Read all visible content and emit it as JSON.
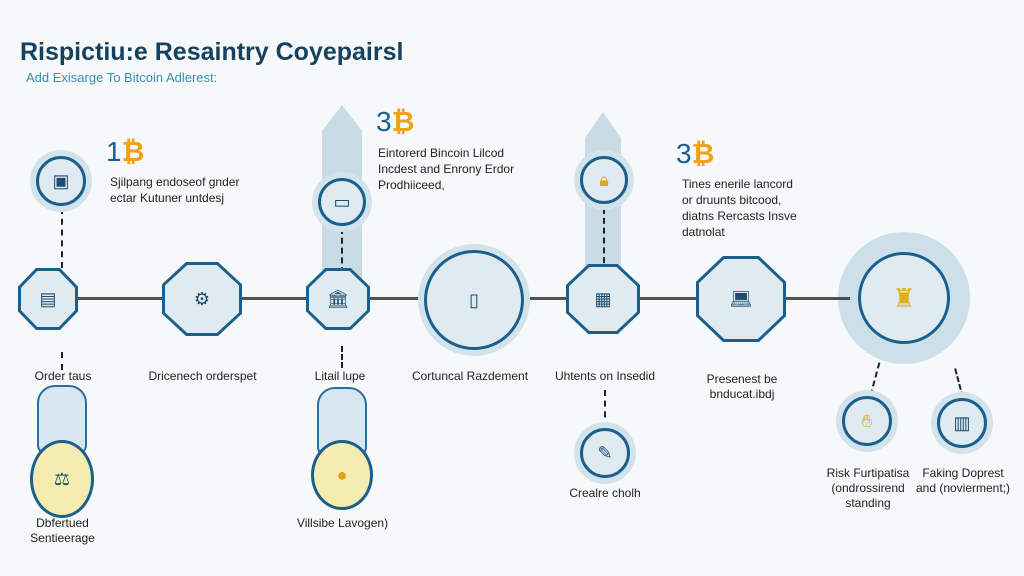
{
  "header": {
    "title": "Rispictiu:e Resaintry Coyepairsl",
    "subtitle": "Add Exisarge To Bitcoin Adlerest:"
  },
  "steps": [
    {
      "number": "1",
      "currency": "₿",
      "text": "Sjilpang endoseof gnder ectar Kutuner untdesj"
    },
    {
      "number": "3",
      "currency": "₿",
      "text": "Eintorerd Bincoin Lilcod Incdest and Enrony Erdor Prodhiiceed,"
    },
    {
      "number": "3",
      "currency": "₿",
      "text": "Tines enerile lancord or druunts bitcood, diatns Rercasts Insve datnolat"
    }
  ],
  "main_nodes": [
    {
      "label": "Order taus",
      "icon": "terminal-icon"
    },
    {
      "label": "Dricenech orderspet",
      "icon": "robot-icon"
    },
    {
      "label": "Litail lupe",
      "icon": "bank-icon"
    },
    {
      "label": "Cortuncal Razdement",
      "icon": "phone-icon"
    },
    {
      "label": "Uhtents on Insedid",
      "icon": "device-icon"
    },
    {
      "label": "Presenest be bnducat.ibdj",
      "icon": "laptop-icon"
    },
    {
      "label": "",
      "icon": "exchange-icon"
    }
  ],
  "bottom_nodes": [
    {
      "label": "Dbfertued Sentieerage"
    },
    {
      "label": "Villsibe Lavogen)"
    },
    {
      "label": "Crealre cholh"
    },
    {
      "label": "Risk Furtipatisa (ondrossirend standing"
    },
    {
      "label": "Faking Doprest and (novierment;)"
    }
  ],
  "colors": {
    "primary": "#1b5f8c",
    "accent": "#f2a118",
    "background": "#f6f8f9"
  }
}
